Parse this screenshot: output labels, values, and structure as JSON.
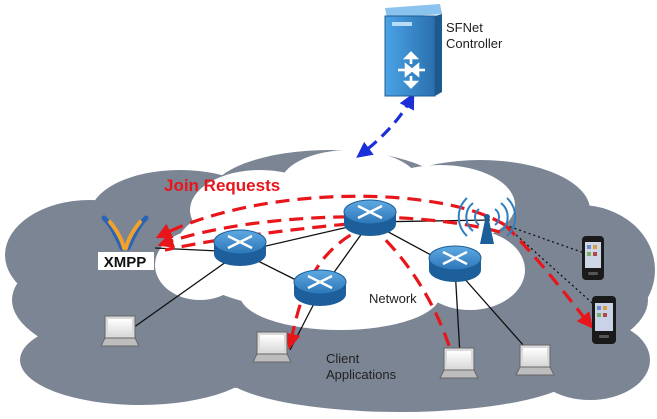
{
  "controller": {
    "line1": "SFNet",
    "line2": "Controller"
  },
  "join_label": "Join Requests",
  "network_label": "Network",
  "clients_label": {
    "line1": "Client",
    "line2": "Applications"
  },
  "xmpp_label": "XMPP",
  "colors": {
    "outer_cloud": "#7b8594",
    "inner_cloud": "#ffffff",
    "router": "#2f7fc1",
    "join_arrow": "#e8161b",
    "controller_arrow": "#1b2fd8",
    "server": "#3a8fd0",
    "join_text": "#e8161b"
  }
}
